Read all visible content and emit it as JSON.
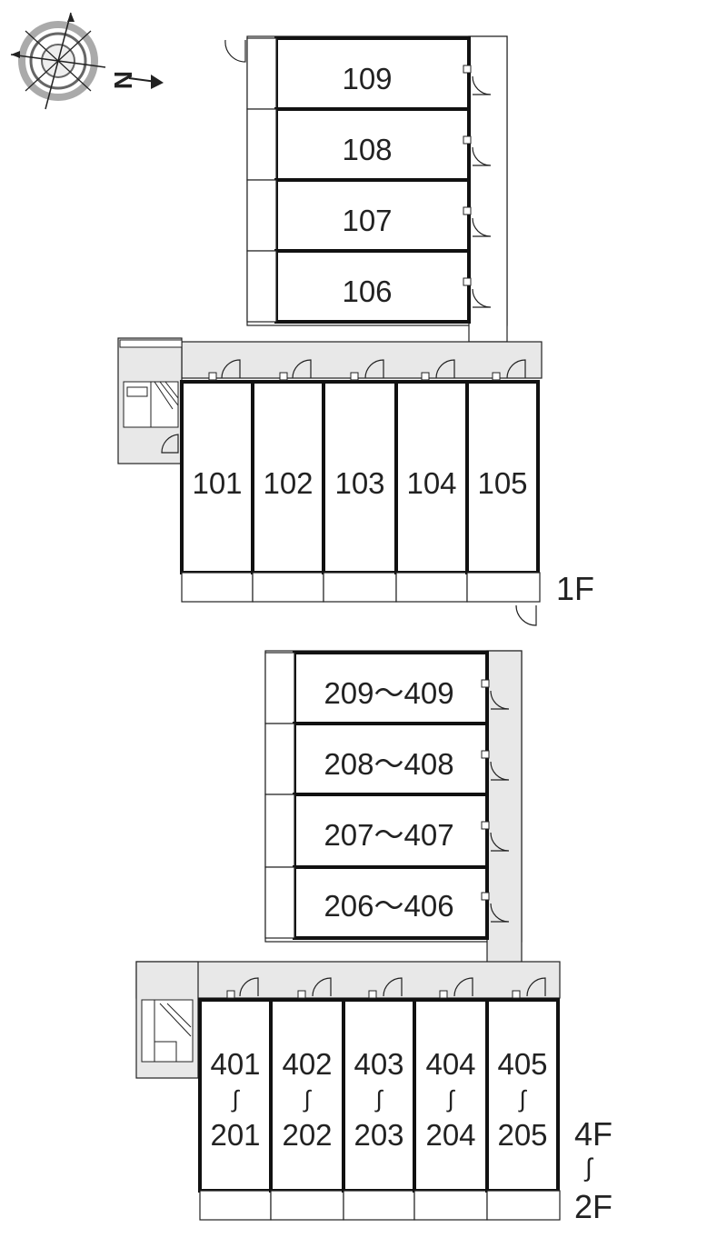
{
  "compass": {
    "north_label": "N",
    "icon": "compass-icon"
  },
  "floor_1": {
    "label": "1F",
    "units_side": [
      "109",
      "108",
      "107",
      "106"
    ],
    "units_front": [
      "101",
      "102",
      "103",
      "104",
      "105"
    ]
  },
  "floor_2_4": {
    "label_top": "4F",
    "label_sep": "∫",
    "label_bottom": "2F",
    "units_side": [
      "209～409",
      "208～408",
      "207～407",
      "206～406"
    ],
    "units_front": [
      {
        "top": "401",
        "sep": "∫",
        "bottom": "201"
      },
      {
        "top": "402",
        "sep": "∫",
        "bottom": "202"
      },
      {
        "top": "403",
        "sep": "∫",
        "bottom": "203"
      },
      {
        "top": "404",
        "sep": "∫",
        "bottom": "204"
      },
      {
        "top": "405",
        "sep": "∫",
        "bottom": "205"
      }
    ]
  },
  "colors": {
    "corridor": "#e8e8e8",
    "wall": "#111111",
    "text": "#222222"
  }
}
